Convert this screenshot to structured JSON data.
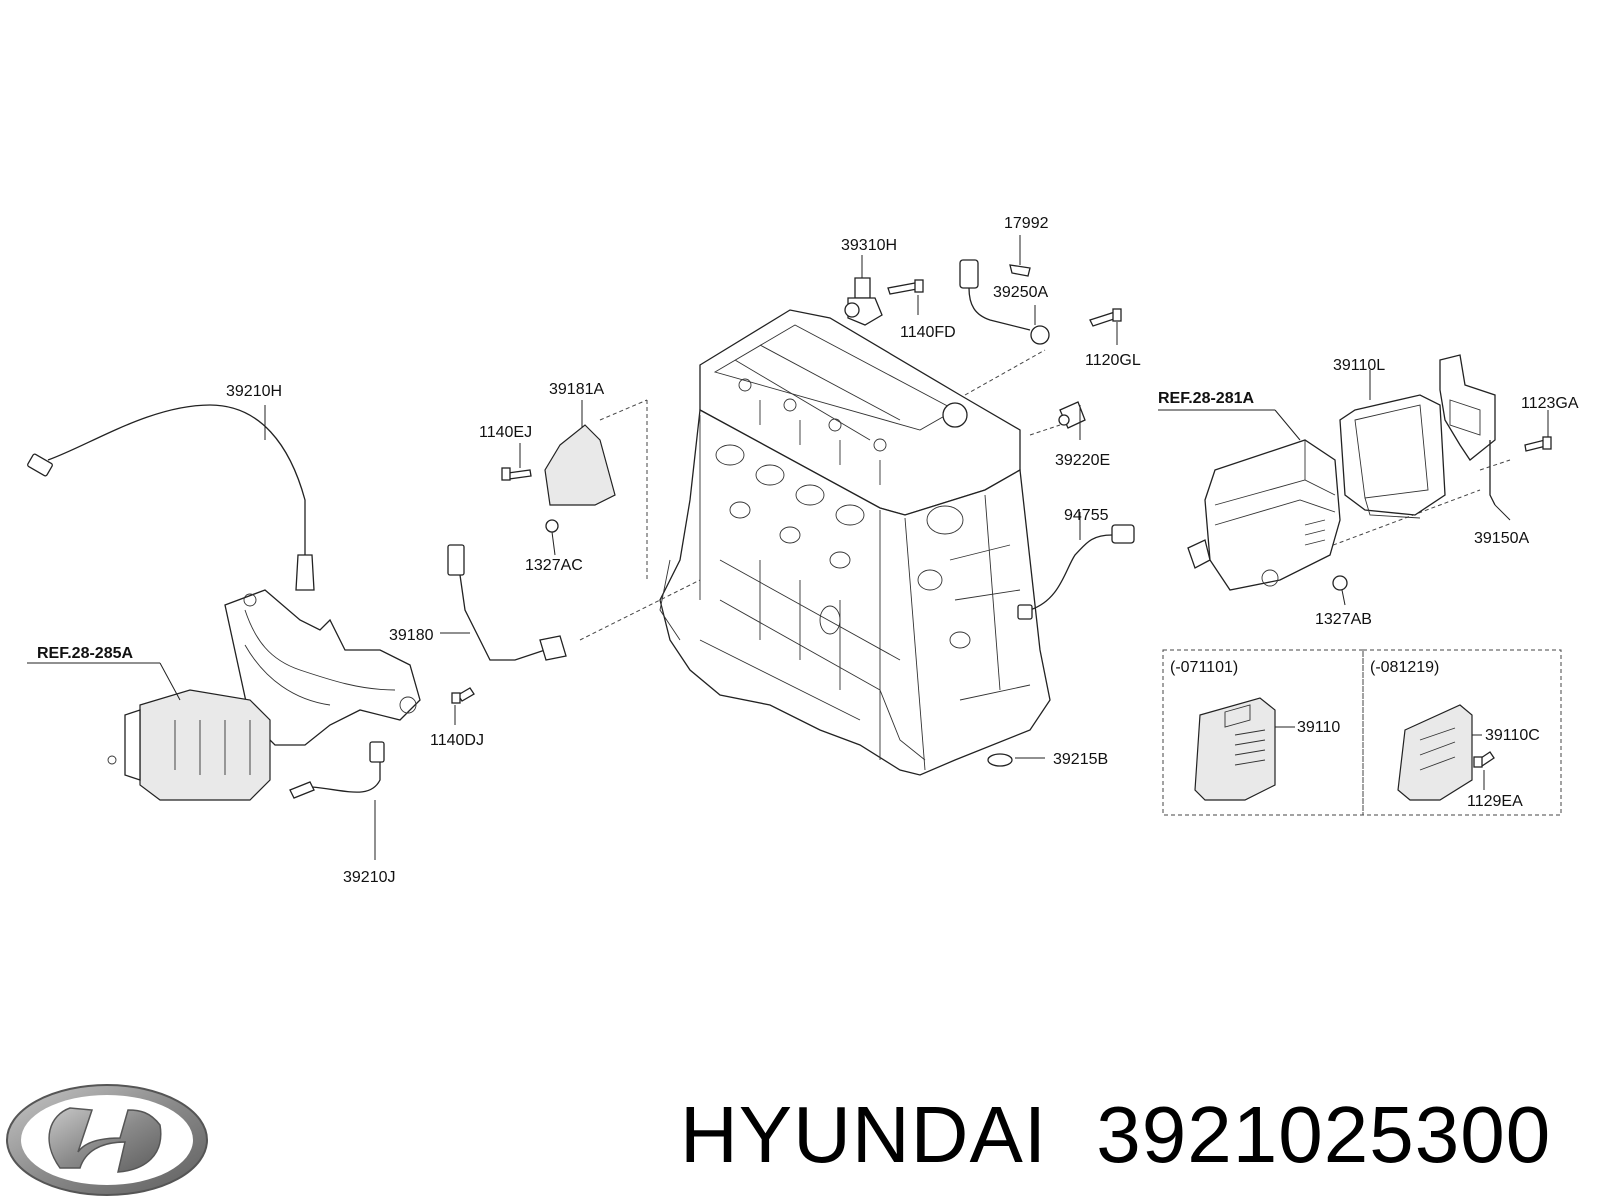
{
  "diagram": {
    "labels": {
      "p39310H": "39310H",
      "p17992": "17992",
      "p39250A": "39250A",
      "p1140FD": "1140FD",
      "p1120GL": "1120GL",
      "p39210H": "39210H",
      "p39181A": "39181A",
      "p1140EJ": "1140EJ",
      "p1327AC": "1327AC",
      "p39220E": "39220E",
      "p94755": "94755",
      "p39180": "39180",
      "p1140DJ": "1140DJ",
      "p39215B": "39215B",
      "p39210J": "39210J",
      "p39110L": "39110L",
      "p1123GA": "1123GA",
      "p39150A": "39150A",
      "p1327AB": "1327AB",
      "p39110": "39110",
      "p39110C": "39110C",
      "p1129EA": "1129EA"
    },
    "refs": {
      "ref_left": "REF.28-285A",
      "ref_right": "REF.28-281A"
    },
    "boxes": {
      "left_title": "(-071101)",
      "right_title": "(-081219)"
    }
  },
  "footer": {
    "brand": "HYUNDAI",
    "part_number": "3921025300"
  },
  "logo": {
    "icon": "hyundai-logo-icon",
    "text": "H"
  }
}
